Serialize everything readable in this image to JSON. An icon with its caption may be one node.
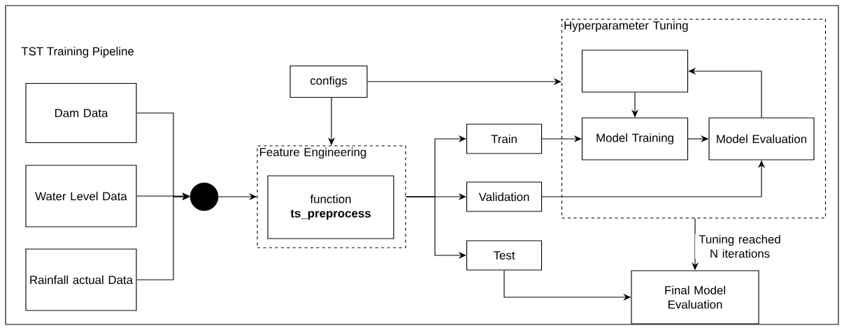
{
  "diagram": {
    "title": "TST Training Pipeline",
    "nodes": [
      {
        "text": [
          "Dam Data"
        ]
      },
      {
        "text": [
          "Water Level Data"
        ]
      },
      {
        "text": [
          "Rainfall actual Data"
        ]
      },
      {
        "text": [],
        "shape": "circle"
      },
      {
        "text": [
          "configs"
        ]
      },
      {
        "text": [
          "Feature Engineering"
        ]
      },
      {
        "text": [
          "function **ts_preprocess**"
        ],
        "in": 5
      },
      {
        "text": [
          "Train"
        ]
      },
      {
        "text": [
          "Validation"
        ]
      },
      {
        "text": [
          "Test"
        ]
      },
      {
        "text": [
          "Hyperparameter Tuning"
        ]
      },
      {
        "text": [],
        "shape": "box",
        "in": 10
      },
      {
        "text": [
          "Model Training"
        ],
        "in": 10
      },
      {
        "text": [
          "Model Evaluation"
        ],
        "in": 10
      },
      {
        "text": [
          "Final Model Evaluation"
        ]
      }
    ],
    "edges": [
      {
        "from": 0,
        "to": 3,
        "arrow": "to"
      },
      {
        "from": 1,
        "to": 3,
        "arrow": "to"
      },
      {
        "from": 2,
        "to": 3,
        "arrow": "to"
      },
      {
        "from": 3,
        "to": 5,
        "arrow": "to"
      },
      {
        "from": 4,
        "to": 5,
        "arrow": "to"
      },
      {
        "from": 4,
        "to": 10,
        "arrow": "to"
      },
      {
        "from": 5,
        "to": 7,
        "arrow": "to"
      },
      {
        "from": 5,
        "to": 8,
        "arrow": "to"
      },
      {
        "from": 5,
        "to": 9,
        "arrow": "to"
      },
      {
        "from": 7,
        "to": 12,
        "arrow": "to"
      },
      {
        "from": 11,
        "to": 12,
        "arrow": "to"
      },
      {
        "from": 12,
        "to": 13,
        "arrow": "to"
      },
      {
        "from": 13,
        "to": 11,
        "arrow": "to"
      },
      {
        "from": 8,
        "to": 13,
        "arrow": "to"
      },
      {
        "from": 10,
        "to": 14,
        "arrow": "to",
        "label": "Tuning reached N iterations"
      },
      {
        "from": 9,
        "to": 14,
        "arrow": "to"
      }
    ]
  }
}
